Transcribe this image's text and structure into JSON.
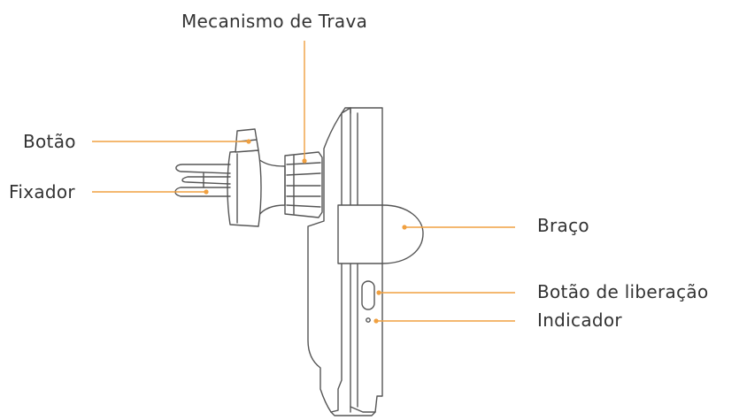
{
  "labels": {
    "lock_mechanism": "Mecanismo de Trava",
    "button": "Botão",
    "clip": "Fixador",
    "arm": "Braço",
    "release_button": "Botão de liberação",
    "indicator": "Indicador"
  },
  "colors": {
    "accent": "#f0a040",
    "outline": "#555555",
    "text": "#333333"
  }
}
